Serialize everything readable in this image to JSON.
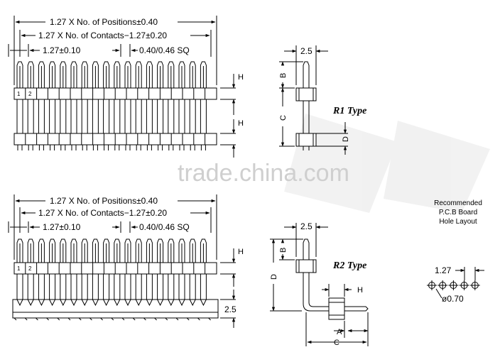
{
  "watermark": {
    "text": "trade.china.com"
  },
  "top": {
    "dim_positions": "1.27  X  No.  of  Positions±0.40",
    "dim_contacts": "1.27  X  No.  of  Contacts−1.27±0.20",
    "dim_pitch": "1.27±0.10",
    "dim_sq": "0.40/0.46  SQ",
    "label_h1": "H",
    "label_h2": "H",
    "pin1": "1",
    "pin2": "2",
    "side": {
      "dim_width": "2.5",
      "label_b": "B",
      "label_c": "C",
      "label_d": "D",
      "type_label": "R1 Type"
    }
  },
  "bottom": {
    "dim_positions": "1.27  X  No.  of  Positions±0.40",
    "dim_contacts": "1.27  X  No.  of  Contacts−1.27±0.20",
    "dim_pitch": "1.27±0.10",
    "dim_sq": "0.40/0.46  SQ",
    "label_h": "H",
    "dim_height": "2.5",
    "pin1": "1",
    "pin2": "2",
    "side": {
      "dim_width": "2.5",
      "label_b": "B",
      "label_d": "D",
      "label_h": "H",
      "label_a": "A",
      "label_c": "C",
      "type_label": "R2 Type"
    }
  },
  "pcb": {
    "line1": "Recommended",
    "line2": "P.C.B Board",
    "line3": "Hole Layout",
    "dim_pitch": "1.27",
    "dim_hole": "ø0.70"
  }
}
